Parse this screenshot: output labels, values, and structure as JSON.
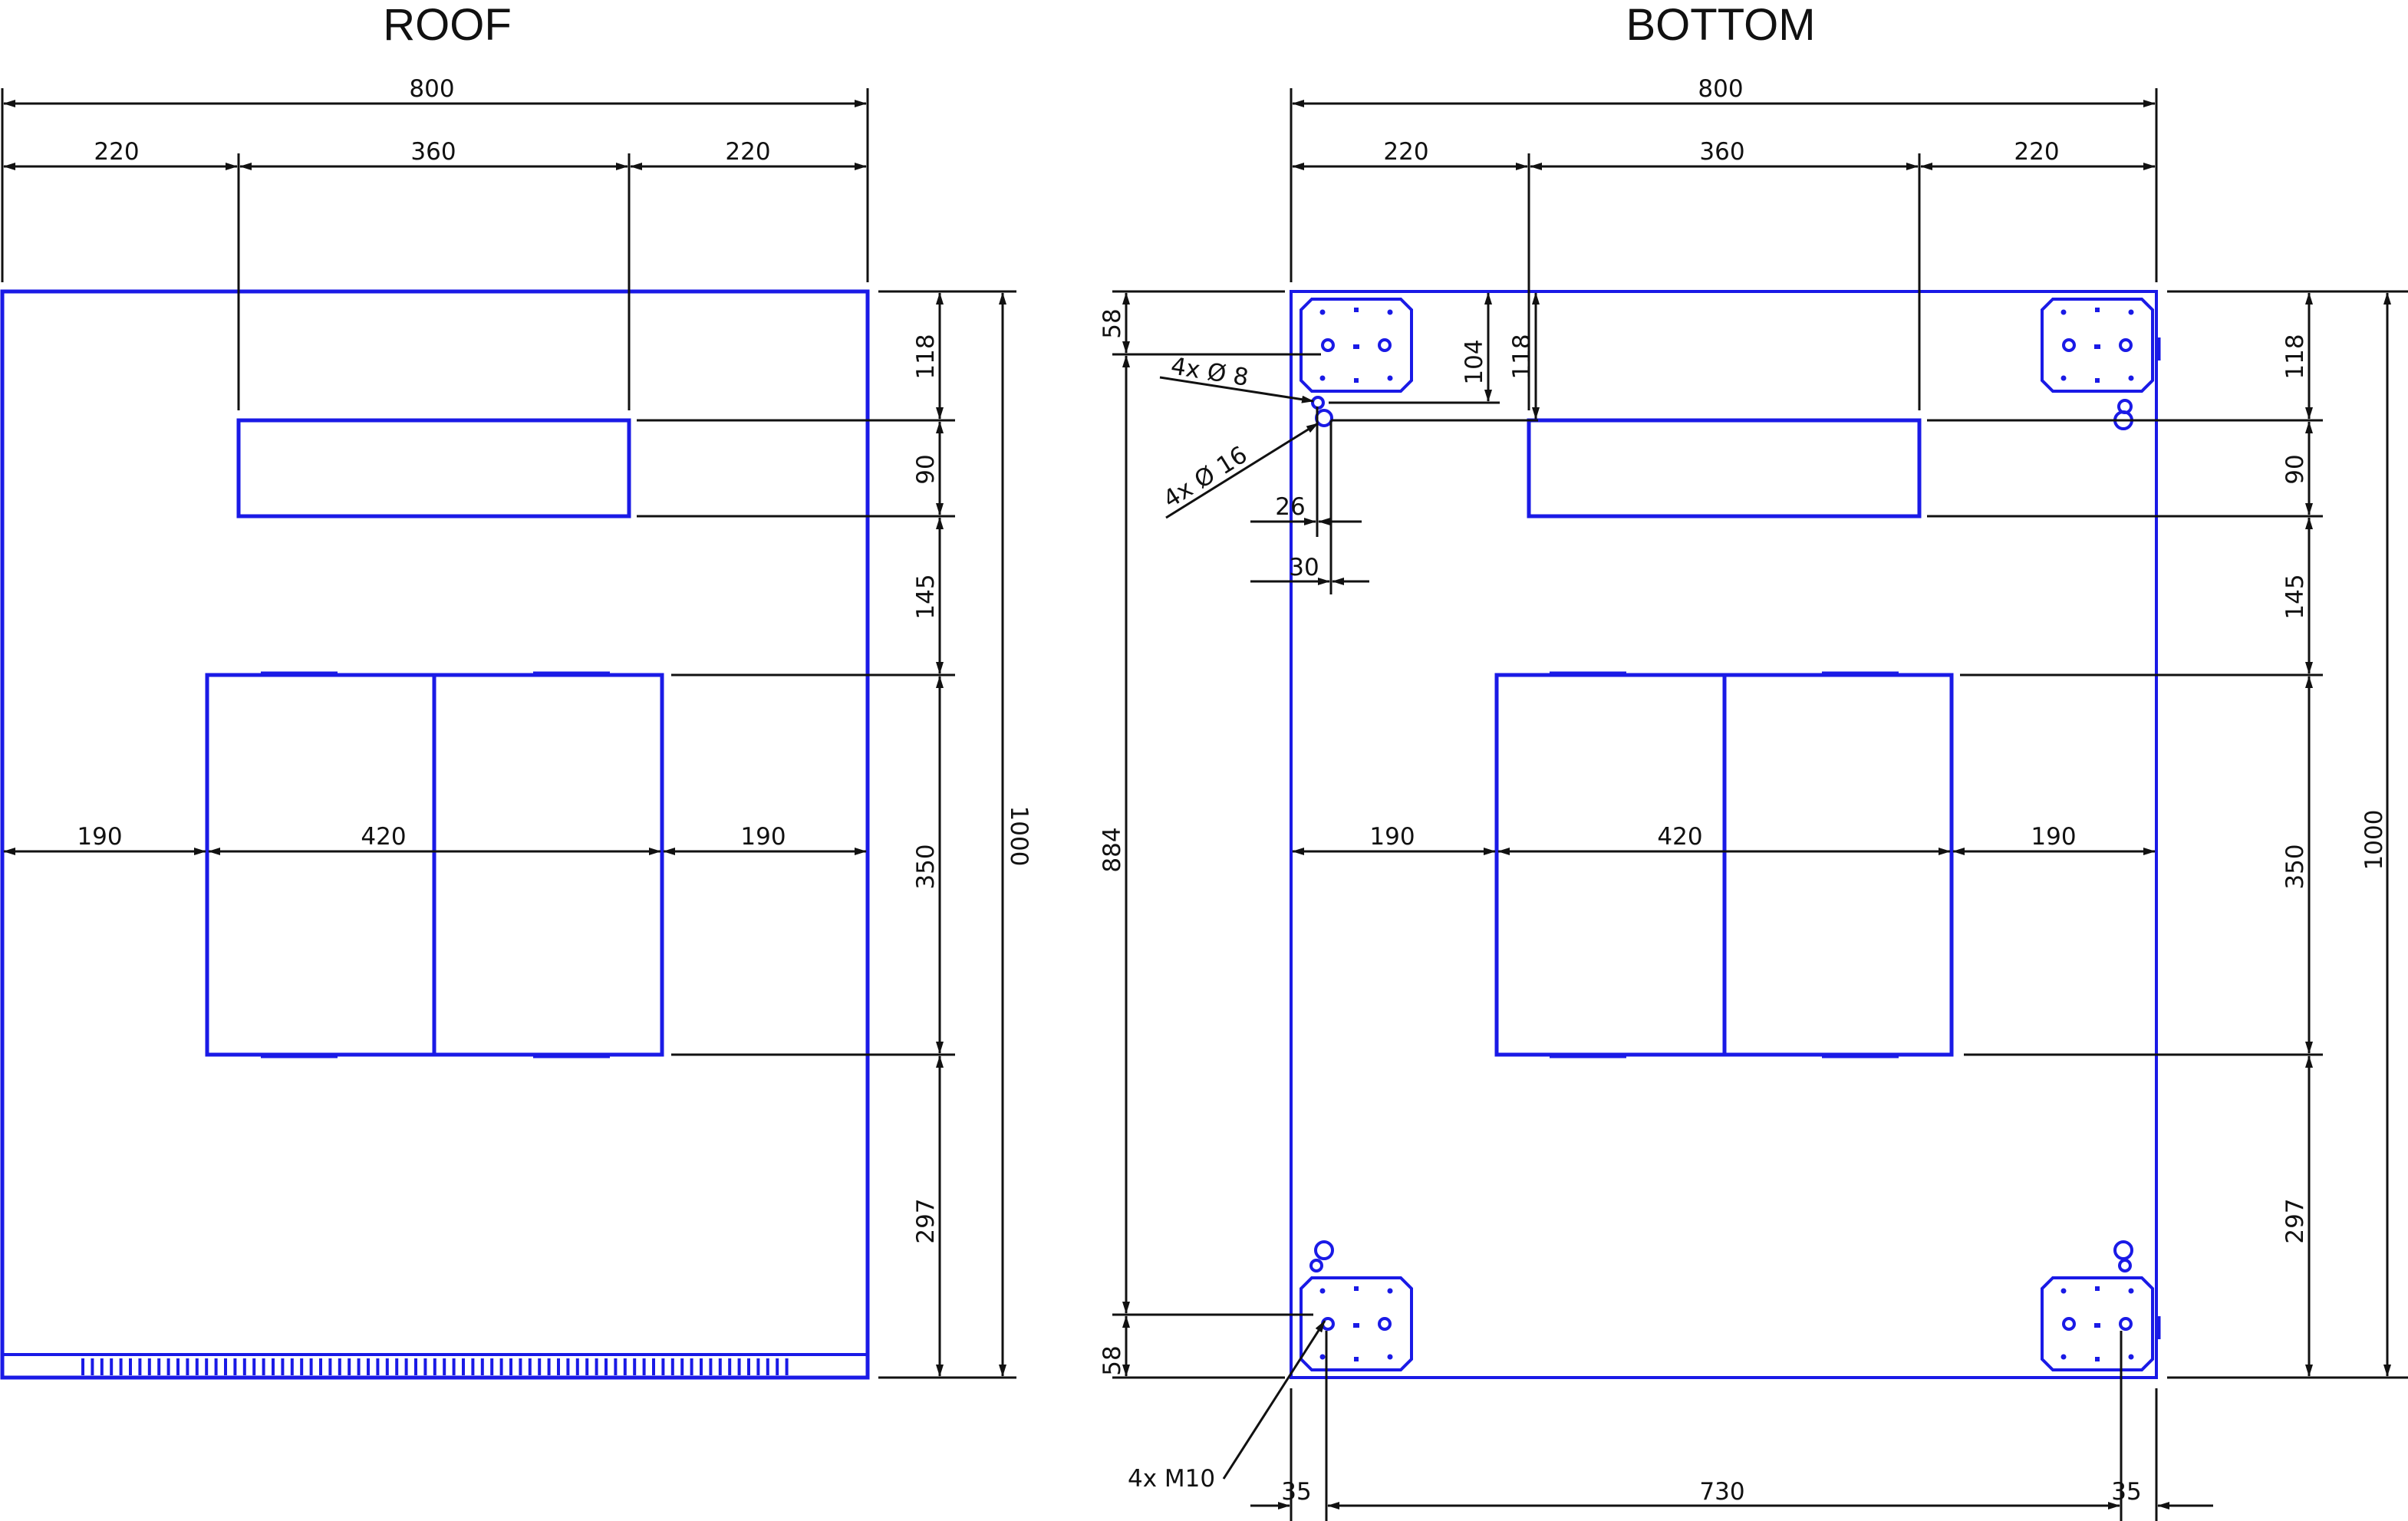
{
  "colors": {
    "part": "#1a1ae6",
    "dimension": "#111111",
    "background": "#ffffff"
  },
  "views": {
    "roof": {
      "title": "ROOF",
      "width_total": "800",
      "segments_top": [
        "220",
        "360",
        "220"
      ],
      "segments_mid": [
        "190",
        "420",
        "190"
      ],
      "height_total": "1000",
      "segments_right": [
        "118",
        "90",
        "145",
        "350",
        "297"
      ]
    },
    "bottom": {
      "title": "BOTTOM",
      "width_total": "800",
      "segments_top": [
        "220",
        "360",
        "220"
      ],
      "segments_mid": [
        "190",
        "420",
        "190"
      ],
      "height_total": "1000",
      "segments_right": [
        "118",
        "90",
        "145",
        "350",
        "297"
      ],
      "left_total": "884",
      "left_top": "58",
      "left_bottom": "58",
      "foot_height": "104",
      "hole_offset": "118",
      "hole_small": "4x Ø 8",
      "hole_large": "4x Ø 16",
      "dim_26": "26",
      "dim_30": "30",
      "thread": "4x M10",
      "bottom_segments": [
        "35",
        "730",
        "35"
      ]
    }
  }
}
